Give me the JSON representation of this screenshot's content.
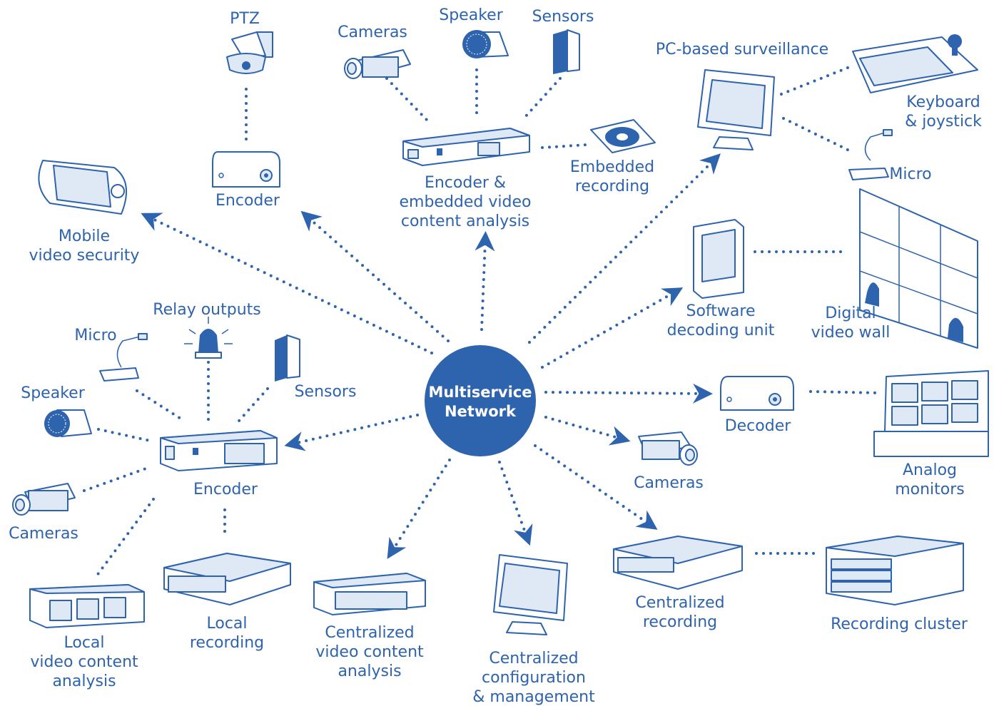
{
  "hub": {
    "label_line1": "Multiservice",
    "label_line2": "Network"
  },
  "labels": {
    "ptz": "PTZ",
    "cameras_top": "Cameras",
    "speaker_top": "Speaker",
    "sensors_top": "Sensors",
    "pc_surveillance": "PC-based surveillance",
    "keyboard_1": "Keyboard",
    "keyboard_2": "& joystick",
    "micro_right": "Micro",
    "encoder_top": "Encoder",
    "encoder_vca_1": "Encoder &",
    "encoder_vca_2": "embedded video",
    "encoder_vca_3": "content analysis",
    "embedded_rec_1": "Embedded",
    "embedded_rec_2": "recording",
    "mobile_1": "Mobile",
    "mobile_2": "video security",
    "relay": "Relay outputs",
    "micro_left": "Micro",
    "sensors_left": "Sensors",
    "speaker_left": "Speaker",
    "encoder_left": "Encoder",
    "cameras_left": "Cameras",
    "sw_decoding_1": "Software",
    "sw_decoding_2": "decoding unit",
    "video_wall_1": "Digital",
    "video_wall_2": "video wall",
    "decoder": "Decoder",
    "analog_1": "Analog",
    "analog_2": "monitors",
    "cameras_right": "Cameras",
    "local_vca_1": "Local",
    "local_vca_2": "video content",
    "local_vca_3": "analysis",
    "local_rec_1": "Local",
    "local_rec_2": "recording",
    "central_vca_1": "Centralized",
    "central_vca_2": "video content",
    "central_vca_3": "analysis",
    "central_cfg_1": "Centralized",
    "central_cfg_2": "configuration",
    "central_cfg_3": "& management",
    "central_rec_1": "Centralized",
    "central_rec_2": "recording",
    "rec_cluster": "Recording cluster"
  },
  "colors": {
    "primary": "#2e63ad",
    "hub_fill": "#2e63ad",
    "background": "#ffffff"
  },
  "icons": [
    "ptz-camera-icon",
    "box-camera-icon",
    "speaker-icon",
    "door-sensor-icon",
    "monitor-icon",
    "keyboard-joystick-icon",
    "microphone-icon",
    "encoder-box-icon",
    "rack-encoder-icon",
    "disc-recording-icon",
    "handheld-device-icon",
    "siren-light-icon",
    "decoder-box-icon",
    "analog-monitor-console-icon",
    "server-icon",
    "video-wall-icon",
    "decoding-unit-icon"
  ]
}
